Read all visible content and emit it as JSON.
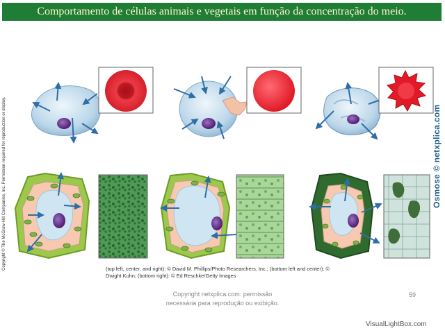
{
  "title": "Comportamento de células animais e vegetais em função da concentração do meio.",
  "side_copyright": "Copyright © The McGraw-Hill Companies, Inc. Permission required for reproduction or display.",
  "watermark": "Osmose © netxplica.com",
  "credits": "(top left, center, and right): © David M. Phillips/Photo Researchers, Inc.; (bottom left and center): © Dwight Kuhn; (bottom right): © Ed Reschke/Getty Images",
  "footer": {
    "line1": "Copyright netxplica.com: permissão",
    "line2": "necessária para reprodução ou exibição."
  },
  "page_number": "59",
  "site_badge": "VisualLightBox.com",
  "colors": {
    "title_bg": "#1f7d35",
    "title_text": "#fff8c8",
    "rbc": "#d8202b",
    "plant_wall": "#8fbf3a",
    "cytoplasm": "#f6c9b0",
    "vacuole": "#cfe3ee",
    "nucleus": "#6b2d8f",
    "arrow": "#2f6ea5"
  }
}
